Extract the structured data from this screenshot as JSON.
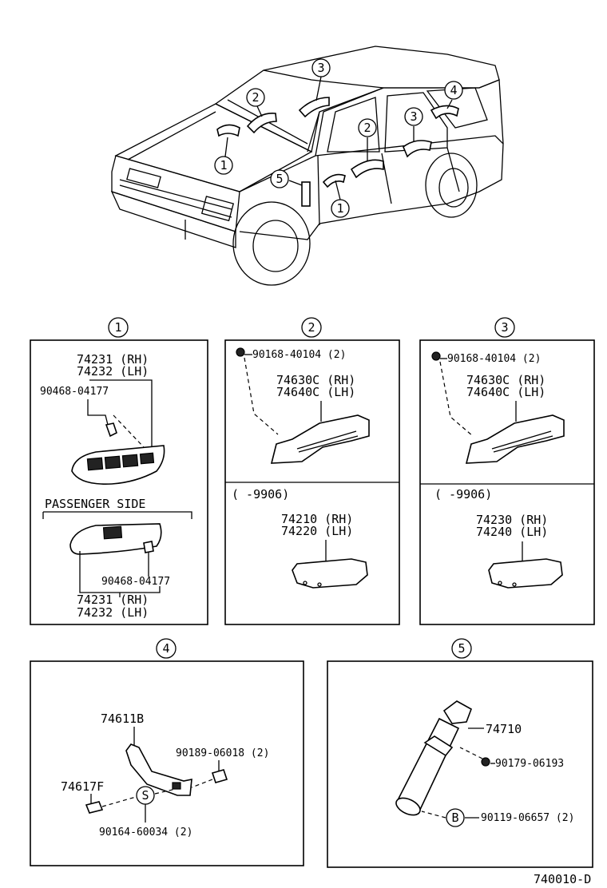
{
  "car_callouts": {
    "c1a": "1",
    "c2a": "2",
    "c3a": "3",
    "c4": "4",
    "c5": "5",
    "c2b": "2",
    "c3b": "3",
    "c1b": "1"
  },
  "section1": {
    "callout": "1",
    "top_part_rh": "74231 (RH)",
    "top_part_lh": "74232 (LH)",
    "top_screw": "90468-04177",
    "passenger_side_label": "PASSENGER SIDE",
    "bottom_screw": "90468-04177",
    "bottom_part_rh": "74231 (RH)",
    "bottom_part_lh": "74232 (LH)"
  },
  "section2": {
    "callout": "2",
    "bolt": "90168-40104 (2)",
    "grip_rh": "74630C (RH)",
    "grip_lh": "74640C (LH)",
    "date_range": "(       -9906)",
    "old_grip_rh": "74210 (RH)",
    "old_grip_lh": "74220 (LH)"
  },
  "section3": {
    "callout": "3",
    "bolt": "90168-40104 (2)",
    "grip_rh": "74630C (RH)",
    "grip_lh": "74640C (LH)",
    "date_range": "(       -9906)",
    "old_grip_rh": "74230 (RH)",
    "old_grip_lh": "74240 (LH)"
  },
  "section4": {
    "callout": "4",
    "grip": "74611B",
    "bolt": "90189-06018 (2)",
    "cap": "74617F",
    "s_marker": "S",
    "screw": "90164-60034 (2)"
  },
  "section5": {
    "callout": "5",
    "holder": "74710",
    "nut": "90179-06193",
    "b_marker": "B",
    "bolt": "90119-06657 (2)"
  },
  "footer_code": "740010-D"
}
